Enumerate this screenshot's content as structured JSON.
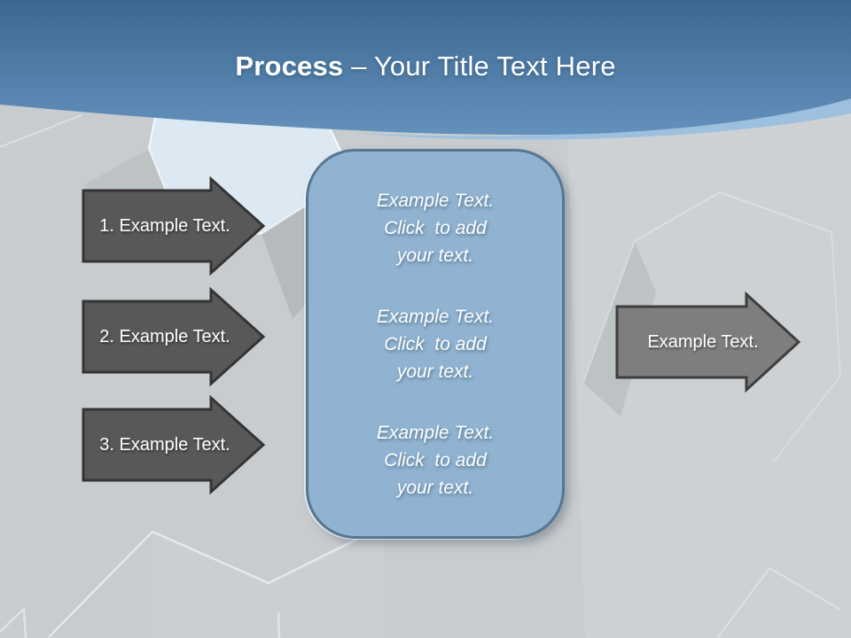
{
  "slide": {
    "title": {
      "bold": "Process",
      "rest": " – Your Title Text Here"
    },
    "left_arrows": [
      {
        "label": "1. Example Text."
      },
      {
        "label": "2. Example Text."
      },
      {
        "label": "3. Example Text."
      }
    ],
    "right_arrow": {
      "label": "Example Text."
    },
    "center_box": {
      "paragraphs": [
        "Example Text.\nClick  to add\nyour text.",
        "Example Text.\nClick  to add\nyour text.",
        "Example Text.\nClick  to add\nyour text."
      ]
    },
    "colors": {
      "header_gradient_top": "#3c6890",
      "header_gradient_bottom": "#6391bc",
      "header_accent_wave": "#9cc0de",
      "background": "#c8cccf",
      "pale_hexagon": "#dce8f2",
      "dark_arrow_fill": "#585858",
      "dark_arrow_stroke": "#343434",
      "light_arrow_fill": "#7e7e7e",
      "light_arrow_stroke": "#3e3e3e",
      "box_fill": "#8fb3d1",
      "box_border": "#567794",
      "text": "#ffffff"
    }
  }
}
